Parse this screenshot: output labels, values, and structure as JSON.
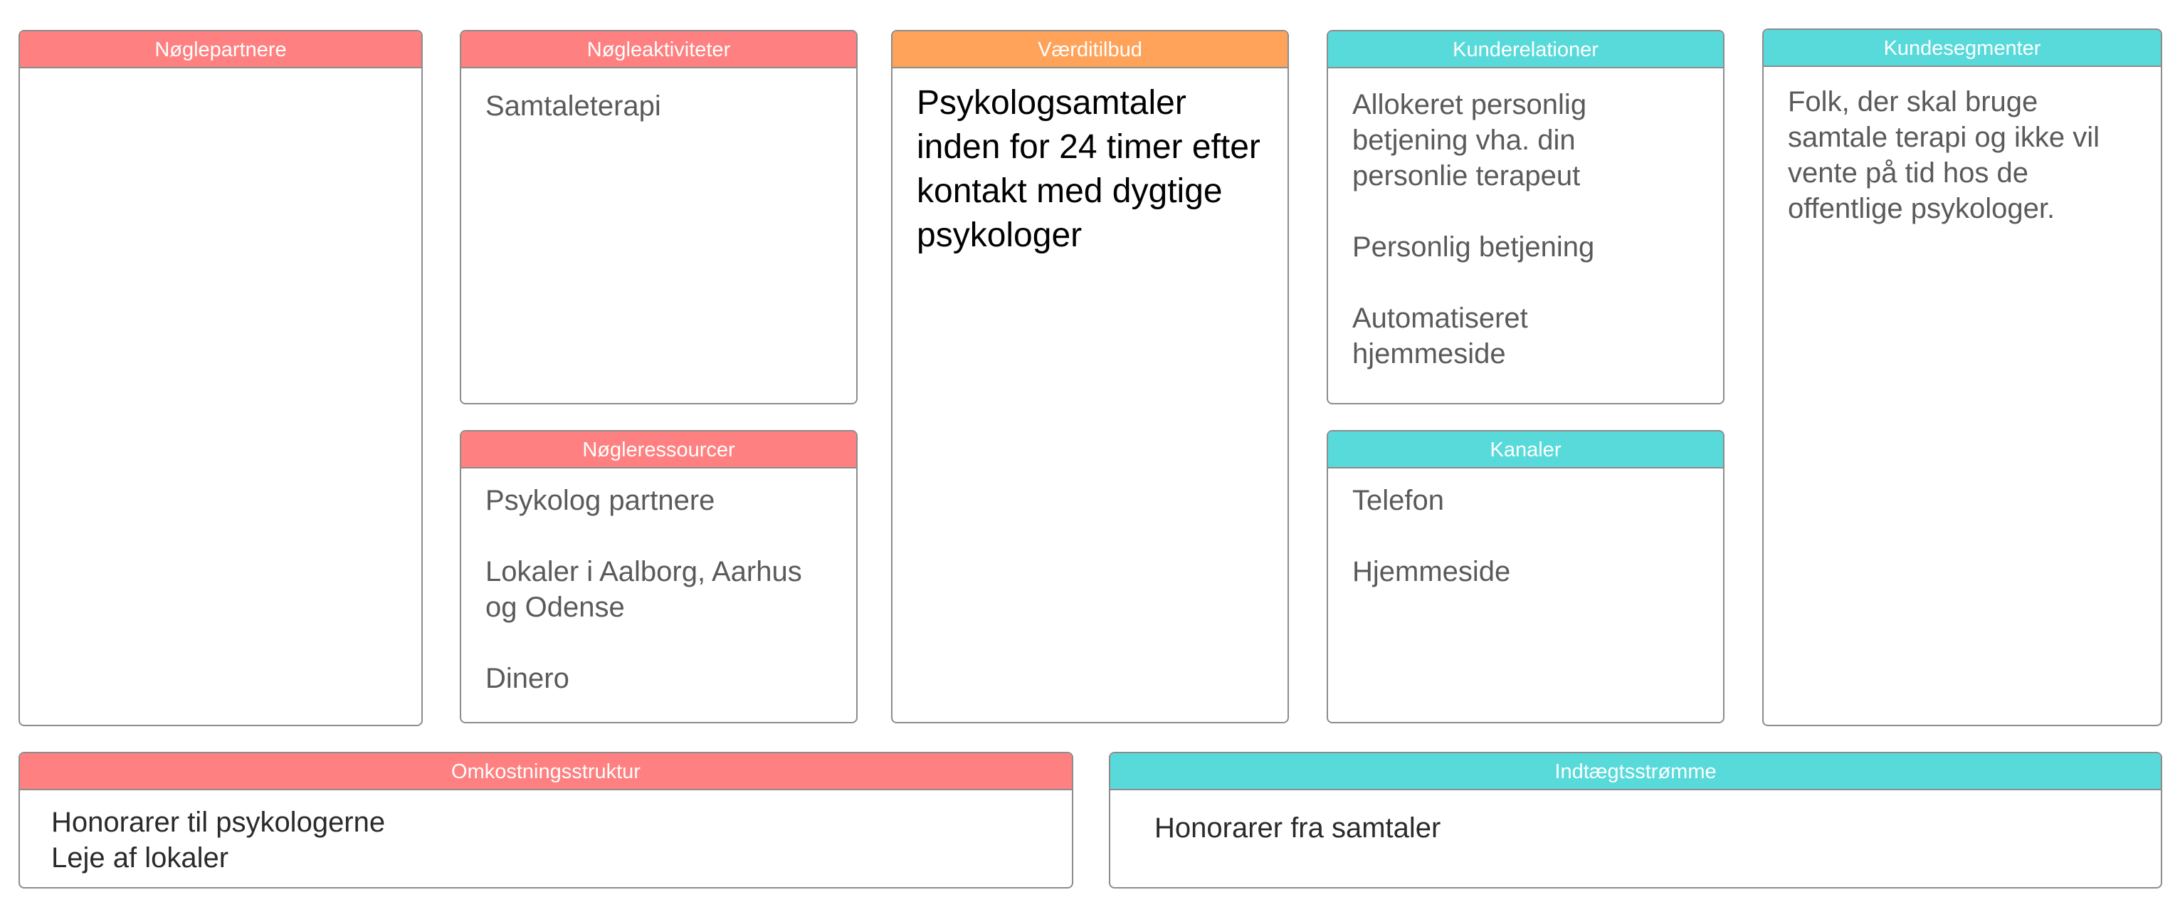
{
  "canvas": {
    "key_partners": {
      "title": "Nøglepartnere",
      "items": []
    },
    "key_activities": {
      "title": "Nøgleaktiviteter",
      "items": [
        "Samtaleterapi"
      ]
    },
    "key_resources": {
      "title": "Nøgleressourcer",
      "items": [
        "Psykolog partnere",
        "Lokaler i Aalborg, Aarhus og Odense",
        "Dinero"
      ]
    },
    "value_propositions": {
      "title": "Værditilbud",
      "items": [
        "Psykologsamtaler inden for 24 timer efter kontakt med dygtige psykologer"
      ]
    },
    "customer_relationships": {
      "title": "Kunderelationer",
      "items": [
        "Allokeret personlig betjening vha. din personlie terapeut",
        "Personlig betjening",
        "Automatiseret hjemmeside"
      ]
    },
    "channels": {
      "title": "Kanaler",
      "items": [
        "Telefon",
        "Hjemmeside"
      ]
    },
    "customer_segments": {
      "title": "Kundesegmenter",
      "items": [
        "Folk, der skal bruge samtale terapi og ikke vil vente på tid hos de offentlige psykologer."
      ]
    },
    "cost_structure": {
      "title": "Omkostningsstruktur",
      "items": [
        "Honorarer til psykologerne",
        "Leje af lokaler"
      ]
    },
    "revenue_streams": {
      "title": "Indtægtsstrømme",
      "items": [
        "Honorarer fra samtaler"
      ]
    }
  },
  "colors": {
    "red_header": "#ff8080",
    "orange_header": "#ffa35a",
    "teal_header": "#58dada",
    "border": "#8c8c8c"
  }
}
